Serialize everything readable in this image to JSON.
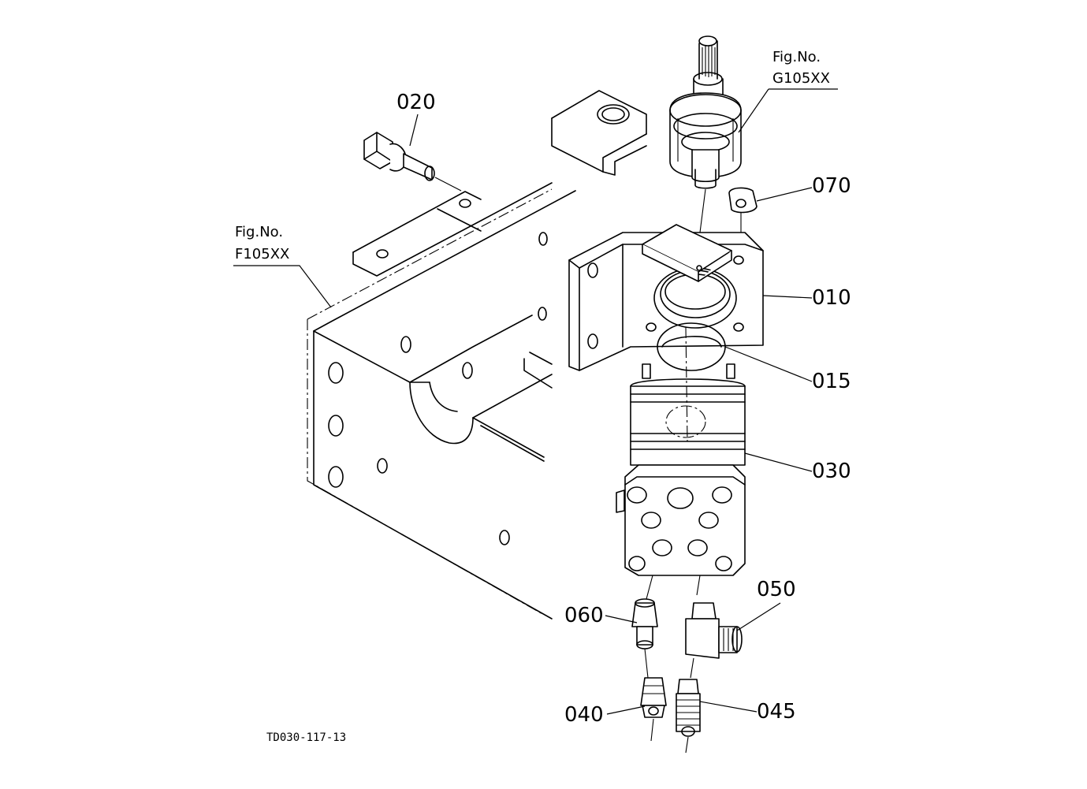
{
  "parts": {
    "p010": "010",
    "p015": "015",
    "p020": "020",
    "p030": "030",
    "p040": "040",
    "p045": "045",
    "p050": "050",
    "p060": "060",
    "p070": "070"
  },
  "refs": {
    "frame": {
      "line1": "Fig.No.",
      "line2": "F105XX"
    },
    "shaft": {
      "line1": "Fig.No.",
      "line2": "G105XX"
    }
  },
  "drawing_code": "TD030-117-13"
}
